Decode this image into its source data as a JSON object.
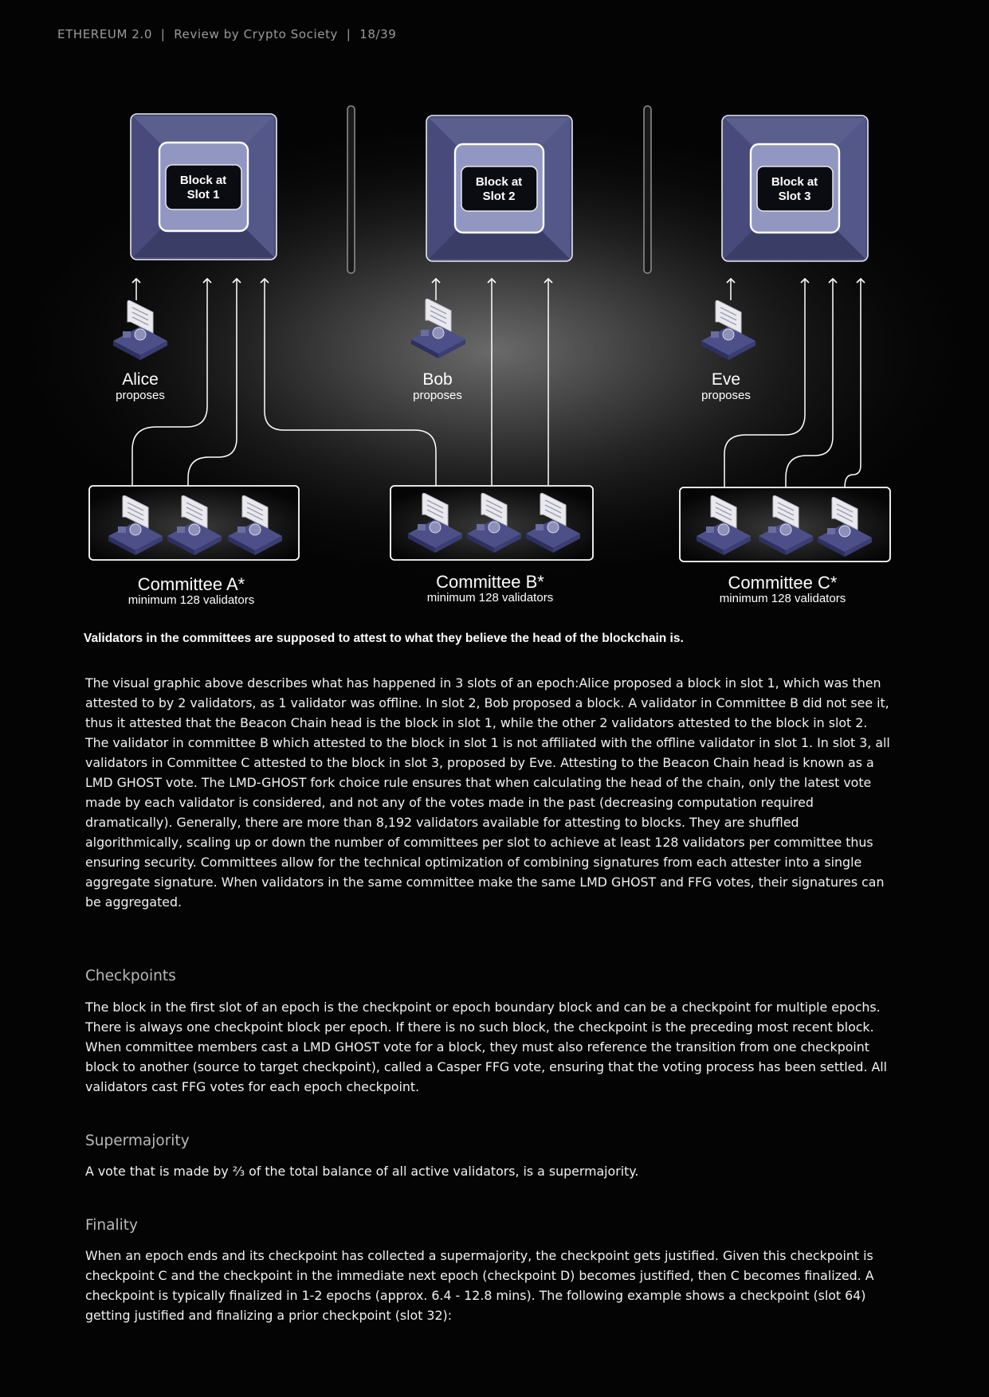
{
  "header": {
    "title": "ETHEREUM 2.0",
    "subtitle": "Review by Crypto Society",
    "page": "18/39",
    "separator": "|"
  },
  "diagram": {
    "blocks": [
      {
        "line1": "Block at",
        "line2": "Slot 1"
      },
      {
        "line1": "Block at",
        "line2": "Slot 2"
      },
      {
        "line1": "Block at",
        "line2": "Slot 3"
      }
    ],
    "proposers": [
      {
        "name": "Alice",
        "role": "proposes"
      },
      {
        "name": "Bob",
        "role": "proposes"
      },
      {
        "name": "Eve",
        "role": "proposes"
      }
    ],
    "committees": [
      {
        "name": "Committee A*",
        "subtitle": "minimum 128 validators"
      },
      {
        "name": "Committee B*",
        "subtitle": "minimum 128 validators"
      },
      {
        "name": "Committee C*",
        "subtitle": "minimum 128 validators"
      }
    ],
    "colors": {
      "block_face": "#8f93bd",
      "block_dark": "#3d4066",
      "validator": "#4b4e86"
    }
  },
  "caption": "Validators in the committees are supposed to attest to what they believe the head of the blockchain is.",
  "intro": "The visual graphic above describes what has happened in 3 slots of an epoch:Alice proposed a block in slot 1, which was then attested to by 2 validators, as 1 validator was offline. In slot 2, Bob proposed a block. A validator in Committee B did not see it, thus it attested that the Beacon Chain head is the block in slot 1, while the other 2 validators attested to the block in slot 2. The validator in committee B which attested to the block in slot 1 is not affiliated with the offline validator in slot 1. In slot 3, all validators in Committee C attested to the block in slot 3, proposed by Eve. Attesting to the Beacon Chain head is known as a LMD GHOST vote. The LMD-GHOST fork choice rule ensures that when calculating the head of the chain, only the latest vote made by each validator is considered, and not any of the votes made in the past (decreasing computation required dramatically). Generally, there are more than 8,192 validators available for attesting to blocks. They are shuffled algorithmically, scaling up or down the number of committees per slot to achieve at least 128 validators per committee thus ensuring security. Committees allow for the technical optimization of combining signatures from each attester into a single aggregate signature. When validators in the same committee make the same LMD GHOST and FFG votes, their signatures can be aggregated.",
  "sections": [
    {
      "title": "Checkpoints",
      "text": "The block in the first slot of an epoch is the checkpoint or epoch boundary block and can be a checkpoint for multiple epochs. There is always one checkpoint block per epoch. If there is no such block, the checkpoint is the preceding most recent block. When committee members cast a LMD GHOST vote for a block, they must also reference the transition from one checkpoint block to another (source to target checkpoint), called a Casper FFG vote, ensuring that the voting process has been settled. All validators cast FFG votes for each epoch checkpoint."
    },
    {
      "title": "Supermajority",
      "text": "A vote that is made by ⅔ of the total balance of all active validators, is a supermajority."
    },
    {
      "title": "Finality",
      "text": "When an epoch ends and its checkpoint has collected a supermajority, the checkpoint gets justified. Given this checkpoint is checkpoint C and the checkpoint in the immediate next epoch (checkpoint D) becomes justified, then C becomes finalized. A checkpoint is typically finalized in 1-2 epochs (approx. 6.4 - 12.8 mins). The following example shows a checkpoint (slot 64) getting justified and finalizing a prior checkpoint (slot 32):"
    }
  ]
}
